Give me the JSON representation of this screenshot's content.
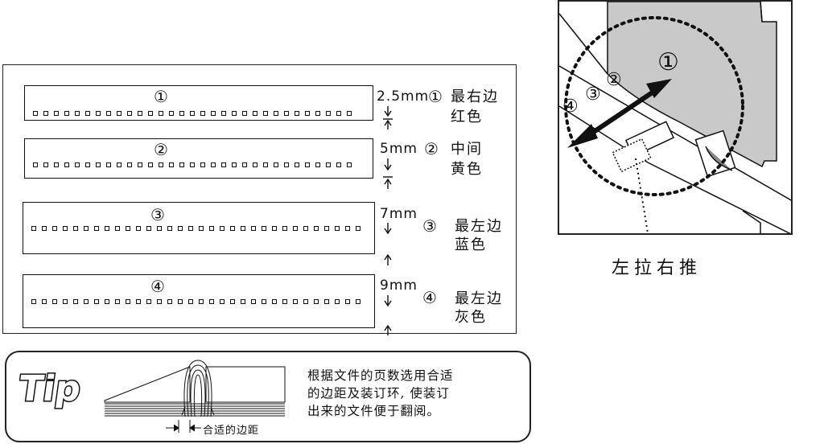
{
  "strips": [
    {
      "num": "①",
      "gap": "2.5mm",
      "label_num": "①",
      "label1": "最右边",
      "label2": "红色"
    },
    {
      "num": "②",
      "gap": "5mm",
      "label_num": "②",
      "label1": "中间",
      "label2": "黄色"
    },
    {
      "num": "③",
      "gap": "7mm",
      "label_num": "③",
      "label1": "最左边",
      "label2": "蓝色"
    },
    {
      "num": "④",
      "gap": "9mm",
      "label_num": "④",
      "label1": "最左边",
      "label2": "灰色"
    }
  ],
  "tip": {
    "logo": "Tip",
    "margin_label": "合适的边距",
    "line1": "根据文件的页数选用合适",
    "line2": "的边距及装订环, 使装订",
    "line3": "出来的文件便于翻阅。"
  },
  "device": {
    "marks": [
      "①",
      "②",
      "③",
      "④"
    ],
    "caption": "左拉右推"
  }
}
